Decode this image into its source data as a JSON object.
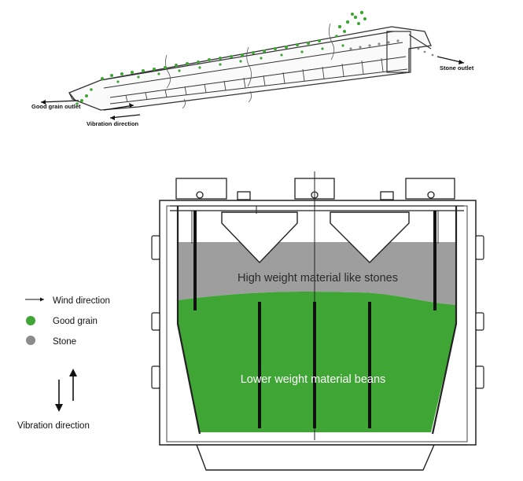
{
  "top_diagram": {
    "good_grain_outlet": "Good grain outlet",
    "stone_outlet": "Stone outlet",
    "vibration_direction": "Vibration direction"
  },
  "bottom_diagram": {
    "stones_label": "High weight material like stones",
    "beans_label": "Lower weight material beans"
  },
  "legend": {
    "wind_direction": "Wind direction",
    "good_grain": "Good grain",
    "stone": "Stone",
    "vibration_direction": "Vibration direction"
  },
  "colors": {
    "grain_green": "#3fa535",
    "stone_gray": "#9e9e9e",
    "line": "#222222"
  }
}
